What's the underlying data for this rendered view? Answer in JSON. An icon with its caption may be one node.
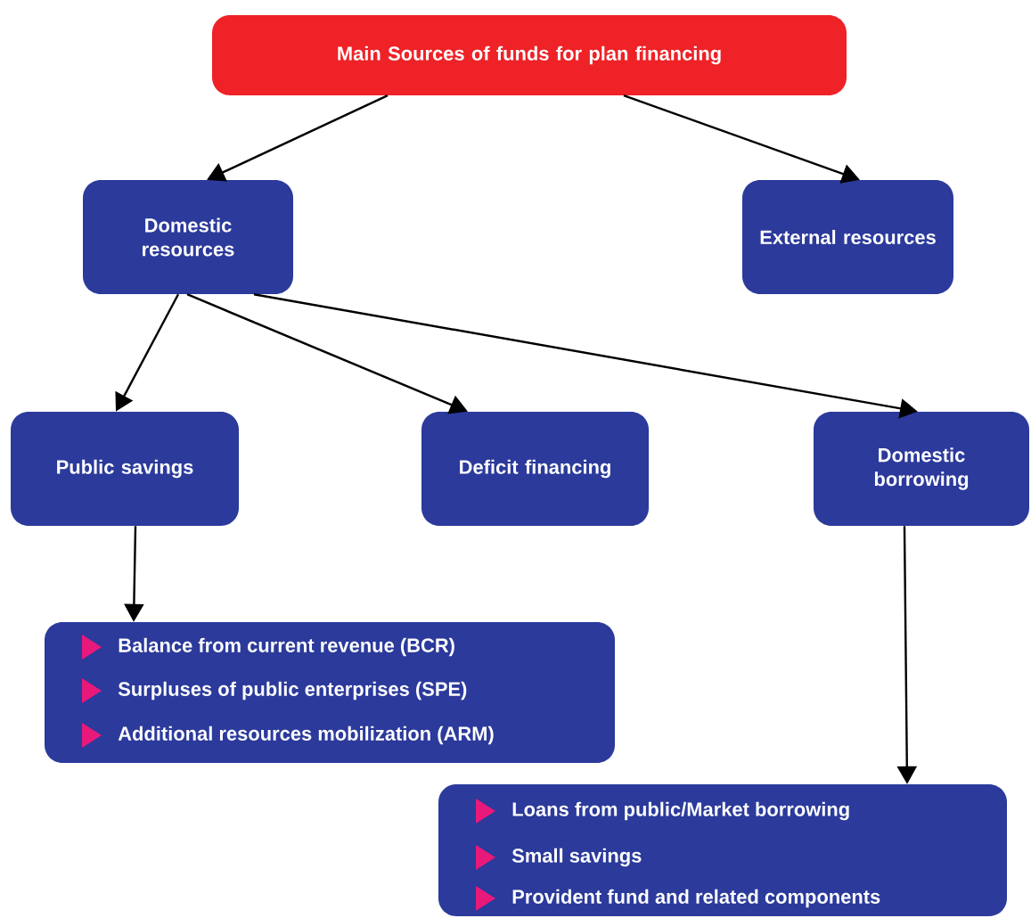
{
  "diagram": {
    "nodes": [
      {
        "text": [
          "Main Sources of funds for plan financing"
        ]
      },
      {
        "text": [
          "Domestic resources"
        ]
      },
      {
        "text": [
          "External resources"
        ]
      },
      {
        "text": [
          "Public savings"
        ]
      },
      {
        "text": [
          "Deficit financing"
        ]
      },
      {
        "text": [
          "Domestic borrowing"
        ]
      },
      {
        "text": [
          "Balance from current revenue (BCR)",
          "Surpluses of public enterprises (SPE)",
          "Additional resources mobilization (ARM)"
        ]
      },
      {
        "text": [
          "Loans from public/Market borrowing",
          "Small savings",
          "Provident fund and related components"
        ]
      }
    ],
    "edges": [
      {
        "from": 0,
        "to": 1,
        "arrow": "to"
      },
      {
        "from": 0,
        "to": 2,
        "arrow": "to"
      },
      {
        "from": 1,
        "to": 3,
        "arrow": "to"
      },
      {
        "from": 1,
        "to": 4,
        "arrow": "to"
      },
      {
        "from": 1,
        "to": 5,
        "arrow": "to"
      },
      {
        "from": 3,
        "to": 6,
        "arrow": "to"
      },
      {
        "from": 5,
        "to": 7,
        "arrow": "to"
      }
    ]
  }
}
